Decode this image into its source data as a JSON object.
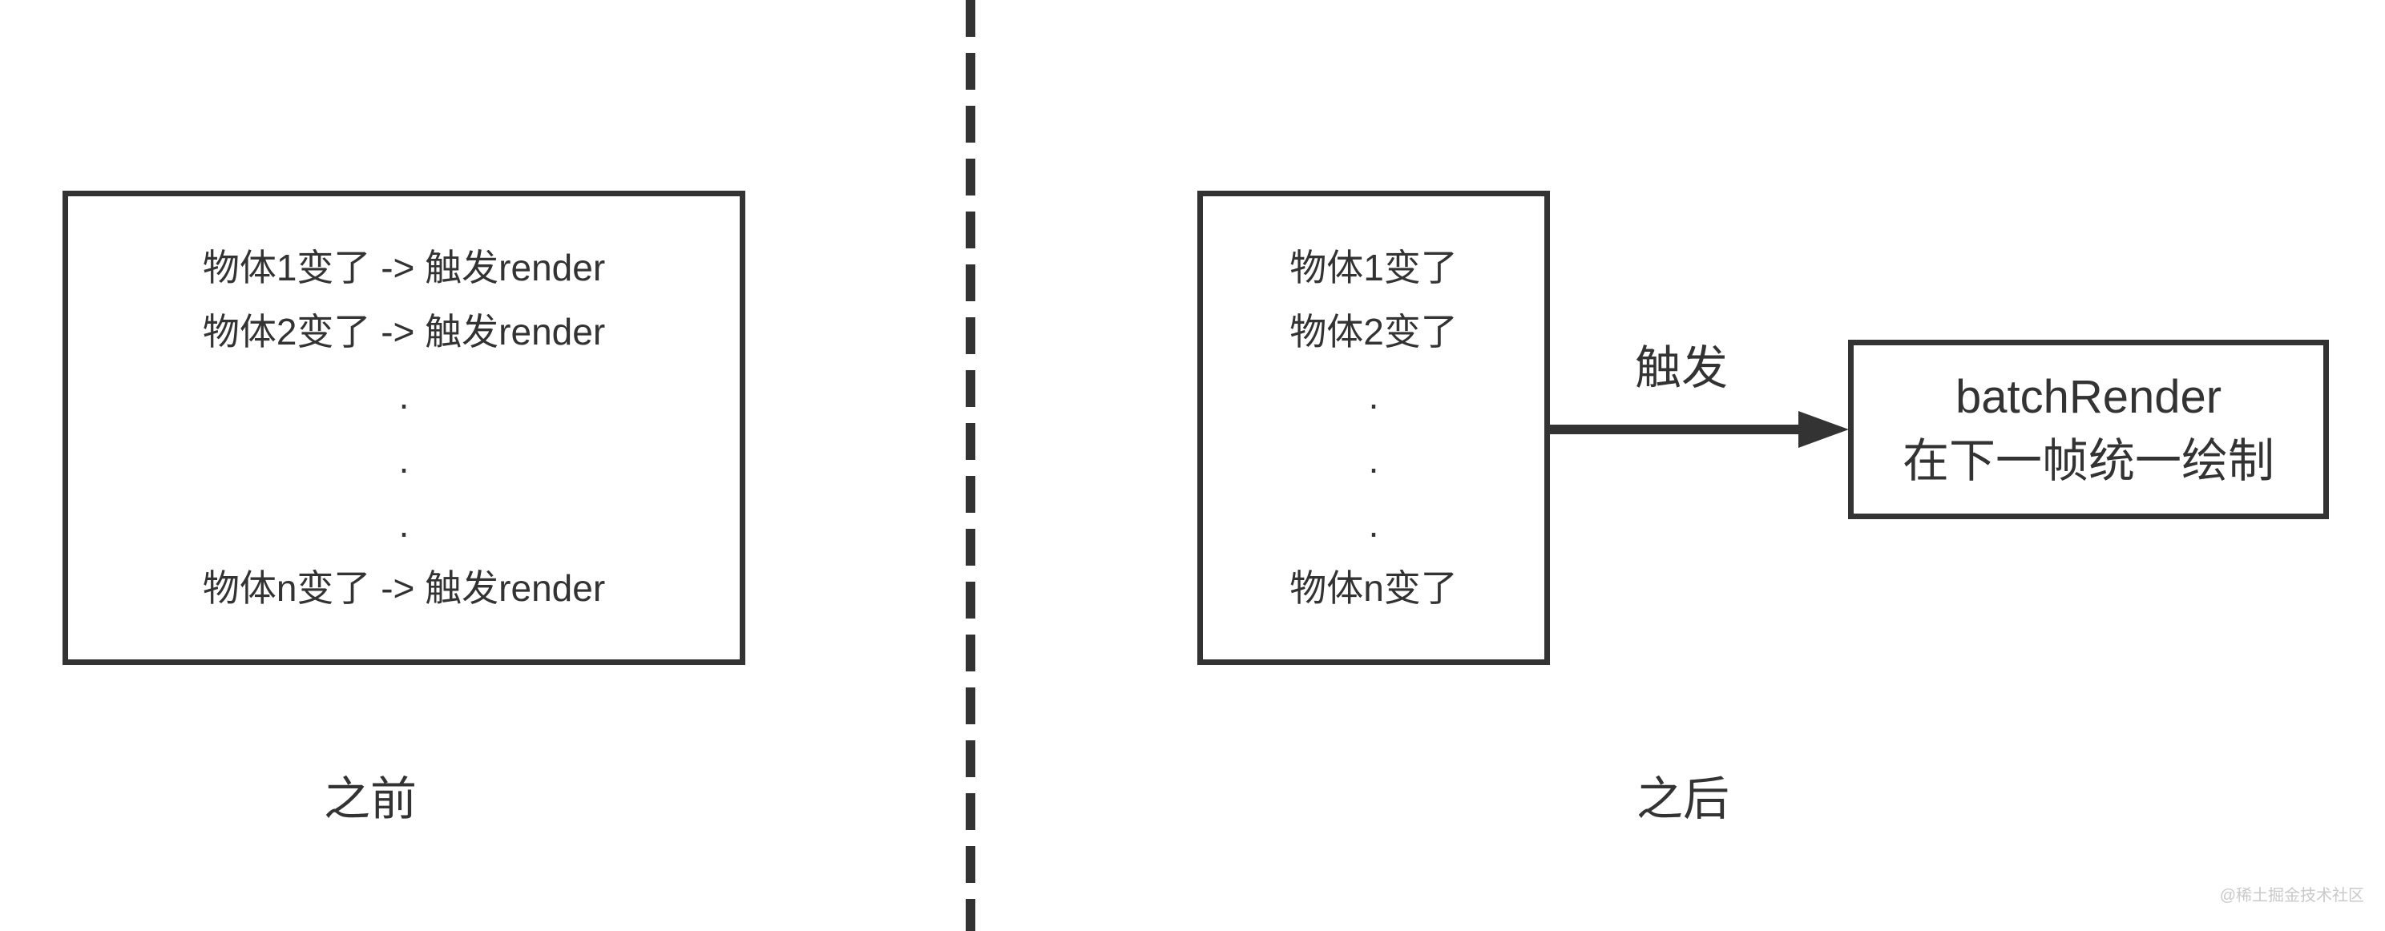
{
  "colors": {
    "stroke": "#333333",
    "background": "#ffffff",
    "watermark": "#c9c9c9"
  },
  "before": {
    "caption": "之前",
    "box_lines": [
      "物体1变了 -> 触发render",
      "物体2变了 -> 触发render",
      ".",
      ".",
      ".",
      "物体n变了 -> 触发render"
    ]
  },
  "after": {
    "caption": "之后",
    "source_box_lines": [
      "物体1变了",
      "物体2变了",
      ".",
      ".",
      ".",
      "物体n变了"
    ],
    "arrow_label": "触发",
    "result_box_lines": [
      "batchRender",
      "在下一帧统一绘制"
    ]
  },
  "watermark": {
    "text": "@稀土掘金技术社区"
  }
}
